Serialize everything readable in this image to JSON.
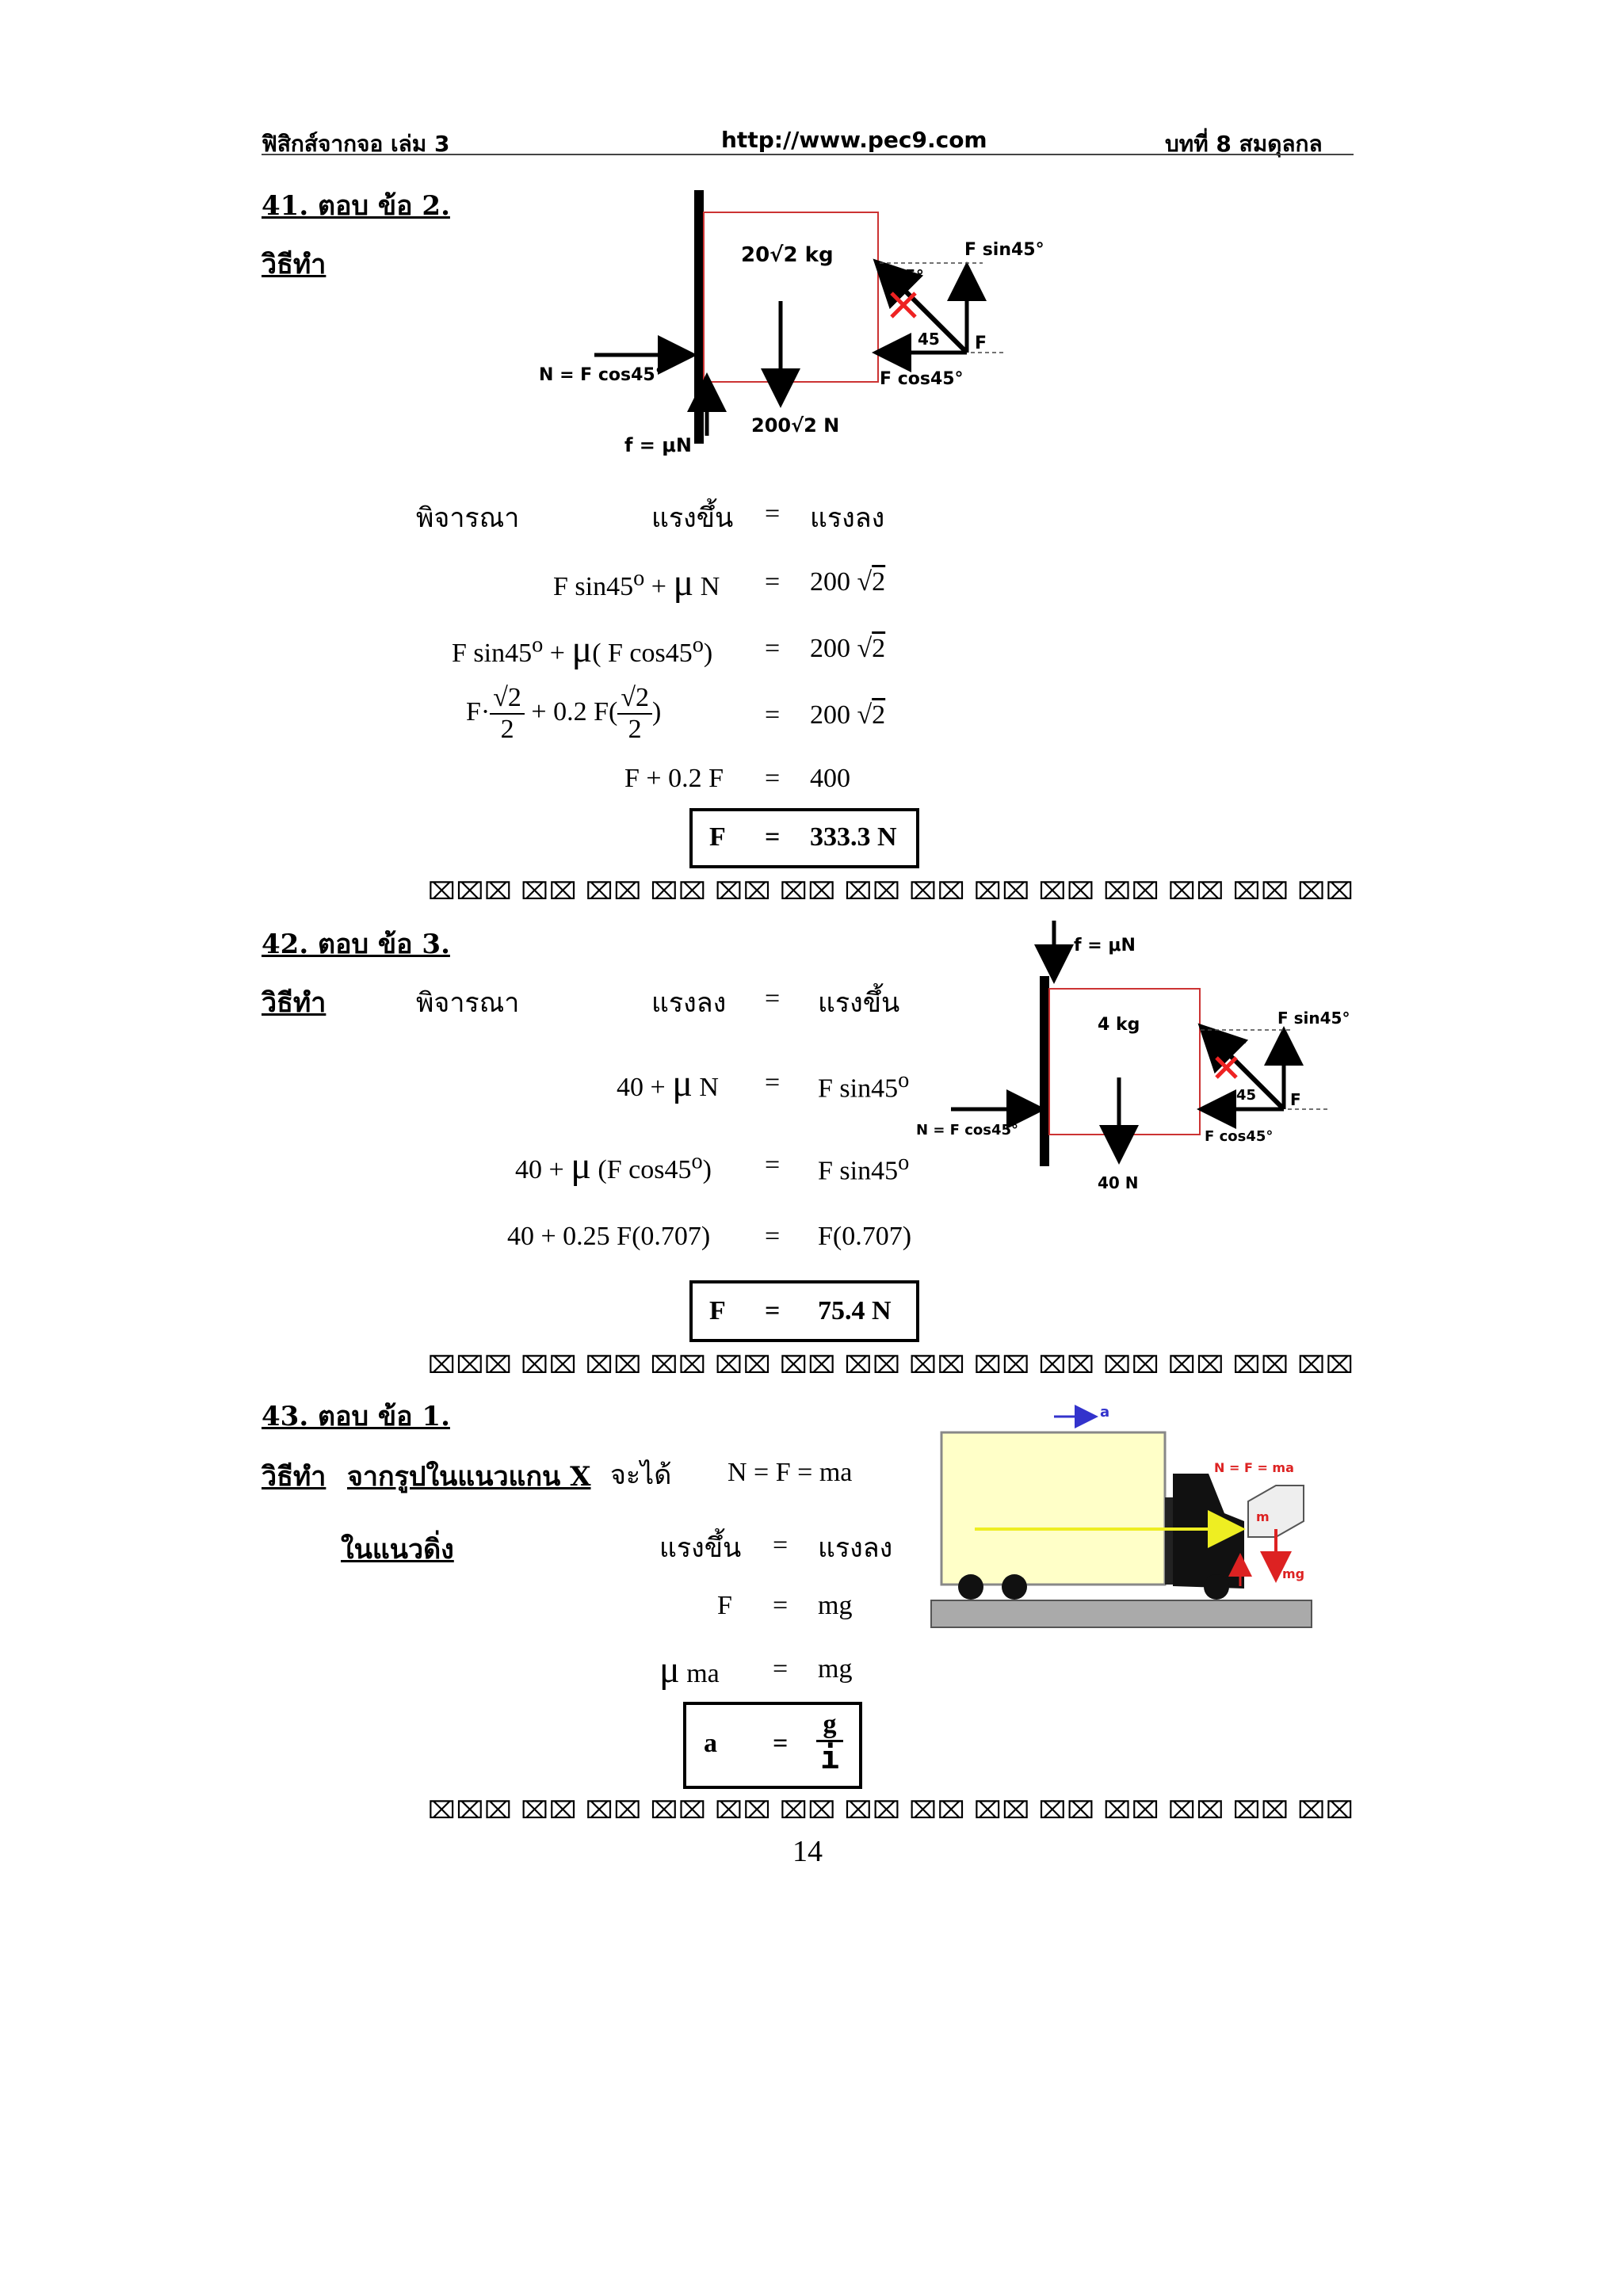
{
  "header": {
    "left": "ฟิสิกส์จากจอ เล่ม 3",
    "center": "http://www.pec9.com",
    "right": "บทที่  8  สมดุลกล"
  },
  "q41": {
    "title": "41.  ตอบ  ข้อ 2.",
    "method": "วิธีทำ",
    "diagram": {
      "mass": "20√2 kg",
      "weight": "200√2  N",
      "normal": "N = F cos45°",
      "friction": "f = μN",
      "f_sin": "F sin45°",
      "f_cos": "F cos45°",
      "angle_top": "45°",
      "angle_bottom": "45",
      "force": "F"
    },
    "consider": "พิจารณา",
    "up": "แรงขึ้น",
    "down": "แรงลง",
    "eq1_left_a": "F sin45",
    "eq1_left_b": " + ",
    "eq1_left_c": " N",
    "eq2_left_a": "F sin45",
    "eq2_left_b": " + ",
    "eq2_left_c": "( F cos45",
    "eq2_left_d": ")",
    "eq3_left_a": "F·",
    "eq3_left_b": "+ 0.2 F(",
    "eq3_left_c": ")",
    "eq3_num": "√2",
    "eq3_den": "2",
    "rhs": "200",
    "rhs_sqrt": "2",
    "eq4_left": "F + 0.2 F",
    "eq4_right": "400",
    "equals": "=",
    "answer_var": "F",
    "answer_val": "333.3  N"
  },
  "q42": {
    "title": "42.  ตอบ  ข้อ 3.",
    "method": "วิธีทำ",
    "consider": "พิจารณา",
    "down": "แรงลง",
    "up": "แรงขึ้น",
    "diagram": {
      "mass": "4  kg",
      "weight": "40  N",
      "normal": "N = F cos45°",
      "friction": "f = μN",
      "f_sin": "F sin45°",
      "f_cos": "F cos45°",
      "angle_top": "45°",
      "angle_bottom": "45",
      "force": "F"
    },
    "eq1_left_a": "40 + ",
    "eq1_left_b": " N",
    "eq1_right": "F sin45",
    "eq2_left_a": "40 + ",
    "eq2_left_b": " (F cos45",
    "eq2_left_c": ")",
    "eq2_right": "F sin45",
    "eq3_left": "40 + 0.25 F(0.707)",
    "eq3_right": "F(0.707)",
    "equals": "=",
    "answer_var": "F",
    "answer_val": "75.4  N"
  },
  "q43": {
    "title": "43.  ตอบ  ข้อ 1.",
    "method": "วิธีทำ",
    "xaxis": "จากรูปในแนวแกน X",
    "get": "จะได้",
    "eq0": "N    = F   =   ma",
    "vertical": "ในแนวดิ่ง",
    "up": "แรงขึ้น",
    "down": "แรงลง",
    "eq1_left": "F",
    "eq1_right": "mg",
    "eq2_left": " ma",
    "eq2_right": "mg",
    "equals": "=",
    "answer_var": "a",
    "answer_num": "g",
    "answer_den": "i",
    "diagram": {
      "accel": "a",
      "normal": "N = F = ma",
      "mass": "m",
      "weight": "mg"
    }
  },
  "mu": "μ",
  "degree": "o",
  "separator": "⌧⌧⌧ ⌧⌧ ⌧⌧ ⌧⌧ ⌧⌧ ⌧⌧ ⌧⌧ ⌧⌧ ⌧⌧ ⌧⌧ ⌧⌧ ⌧⌧ ⌧⌧ ⌧⌧",
  "page_number": "14"
}
